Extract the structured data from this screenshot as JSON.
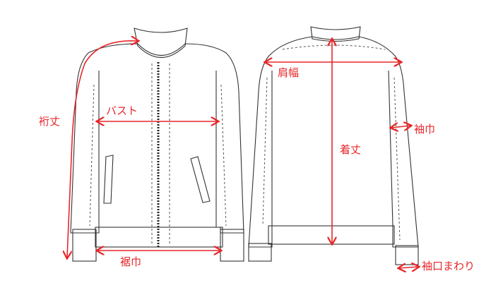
{
  "colors": {
    "measure": "#e8262a",
    "outline": "#333333"
  },
  "labels": {
    "yuki": "裄丈",
    "bust": "バスト",
    "hem_width": "裾巾",
    "shoulder_width": "肩幅",
    "length": "着丈",
    "sleeve_width": "袖巾",
    "cuff_circumference": "袖口まわり"
  }
}
